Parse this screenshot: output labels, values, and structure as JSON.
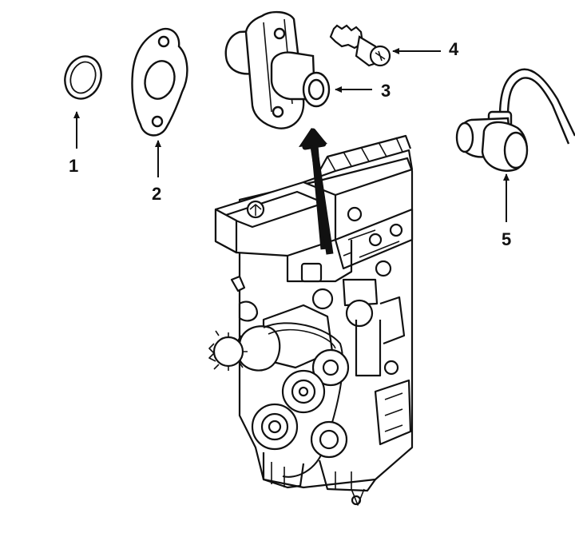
{
  "callouts": [
    {
      "number": "1",
      "part_icon": "o-ring-seal-icon"
    },
    {
      "number": "2",
      "part_icon": "flange-gasket-icon"
    },
    {
      "number": "3",
      "part_icon": "camshaft-position-sensor-icon"
    },
    {
      "number": "4",
      "part_icon": "bolt-icon"
    },
    {
      "number": "5",
      "part_icon": "sensor-connector-plug-icon"
    }
  ],
  "colors": {
    "line": "#111111",
    "background": "#ffffff"
  }
}
